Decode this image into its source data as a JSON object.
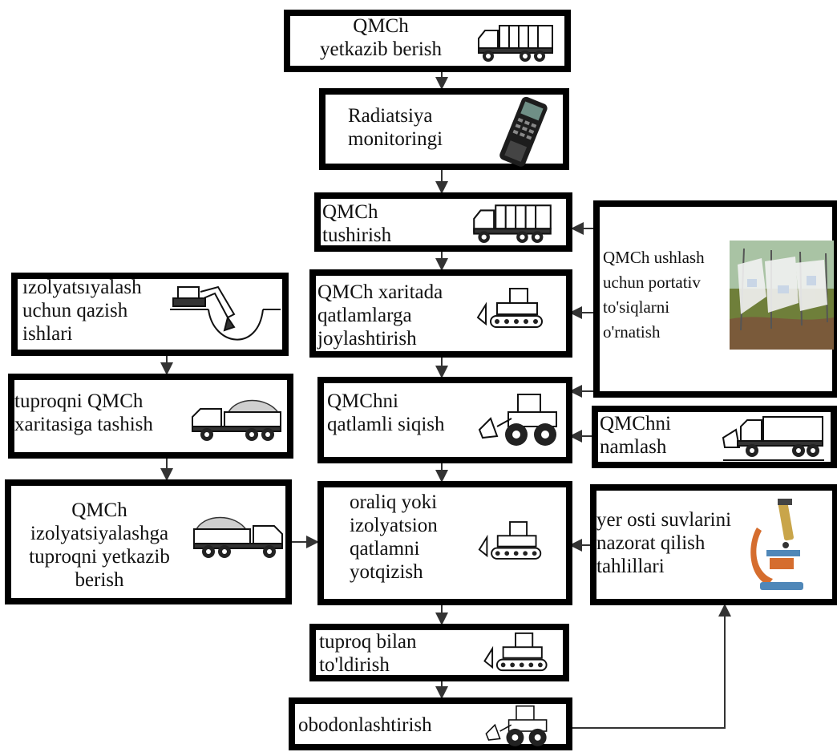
{
  "nodes": {
    "delivery": "QMCh\nyetkazib berish",
    "radiation": "Radiatsiya\nmonitoringi",
    "unloading": "QMCh\ntushirish",
    "map_layers": "QMCh xaritada\nqatlamlarga\njoylashtirish",
    "compaction": "QMChni\nqatlamli siqish",
    "interlayer": "oraliq yoki\nizolyatsion\nqatlamni\nyotqizish",
    "soil_fill": "tuproq bilan\nto'ldirish",
    "landscaping": "obodonlashtirish",
    "excavation": "ızolyatsıyalash\nuchun qazish\nishlari",
    "soil_transport": "tuproqni QMCh\nxaritasiga tashish",
    "soil_delivery": "QMCh\nizolyatsiyalashga\ntuproqni yetkazib\nberish",
    "fences": "QMCh ushlash\nuchun portativ\nto'siqlarni\no'rnatish",
    "wetting": "QMChni\nnamlash",
    "groundwater": "yer osti suvlarini\nnazorat qilish\ntahlillari"
  },
  "icons": {
    "delivery": "dump-truck-icon",
    "radiation": "dosimeter-icon",
    "unloading": "dump-truck-icon",
    "map_layers": "bulldozer-icon",
    "compaction": "wheel-loader-icon",
    "interlayer": "bulldozer-icon",
    "soil_fill": "bulldozer-icon",
    "landscaping": "wheel-loader-icon",
    "excavation": "excavator-icon",
    "soil_transport": "loaded-truck-icon",
    "soil_delivery": "loaded-truck-icon",
    "fences": "fence-photo",
    "wetting": "water-truck-icon",
    "groundwater": "microscope-icon"
  },
  "colors": {
    "border": "#000000",
    "line": "#333333",
    "text": "#111111"
  }
}
